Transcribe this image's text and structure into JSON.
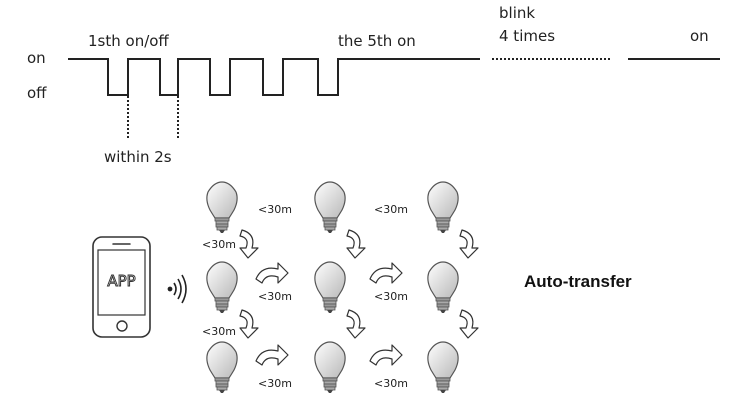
{
  "timing": {
    "level_on": "on",
    "level_off": "off",
    "first_cycle": "1sth on/off",
    "fifth_on": "the 5th on",
    "blink_line1": "blink",
    "blink_line2": "4 times",
    "end_on": "on",
    "interval": "within 2s"
  },
  "phone": {
    "app_label": "APP"
  },
  "distances": {
    "d01": "<30m",
    "d02": "<30m",
    "d03": "<30m",
    "d04": "<30m",
    "d05": "<30m",
    "d06": "<30m",
    "d07": "<30m",
    "d08": "<30m"
  },
  "caption": "Auto-transfer"
}
